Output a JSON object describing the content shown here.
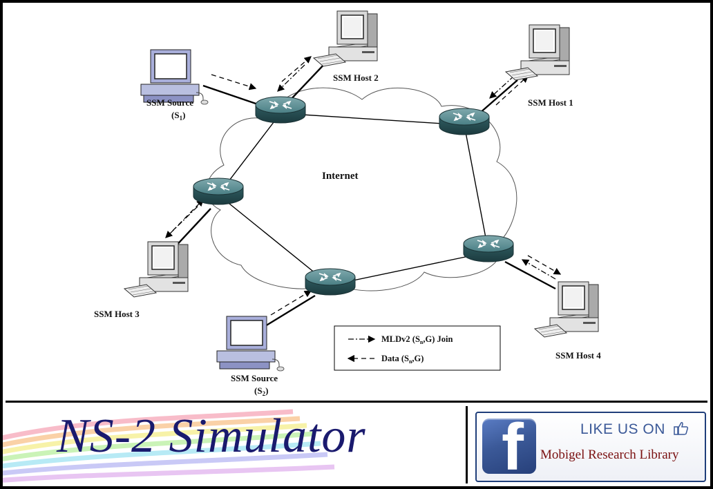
{
  "diagram": {
    "cloud_label": "Internet",
    "nodes": {
      "source1": {
        "name": "SSM Source",
        "sub": "(S",
        "sub_index": "1",
        "sub_end": ")"
      },
      "source2": {
        "name": "SSM Source",
        "sub": "(S",
        "sub_index": "2",
        "sub_end": ")"
      },
      "host1": "SSM Host 1",
      "host2": "SSM Host 2",
      "host3": "SSM Host 3",
      "host4": "SSM Host 4"
    },
    "legend": {
      "join": {
        "pre": "MLDv2 (S",
        "idx": "n",
        "post": ",G) Join"
      },
      "data": {
        "pre": "Data (S",
        "idx": "n",
        "post": ",G)"
      }
    }
  },
  "banner": {
    "title": "NS-2 Simulator",
    "facebook": {
      "like_text": "LIKE US ON",
      "library_name": "Mobigel Research Library",
      "logo_letter": "f"
    }
  },
  "colors": {
    "background": "#ffffff",
    "frame": "#000000",
    "router": "#3f7378",
    "title": "#1a1a6e",
    "facebook_blue": "#3b5998",
    "library_red": "#7a1010"
  },
  "icons": [
    "router-icon",
    "computer-icon",
    "facebook-logo-icon",
    "thumbs-up-icon"
  ]
}
